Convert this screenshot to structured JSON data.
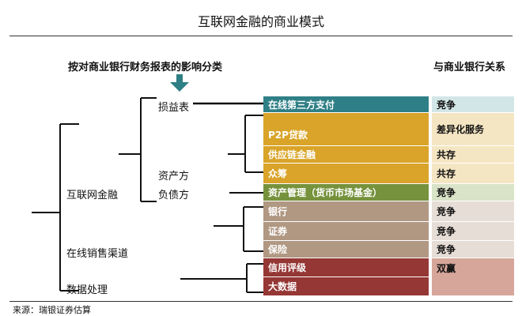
{
  "title": "互联网金融的商业模式",
  "headers": {
    "left": "按对商业银行财务报表的影响分类",
    "right": "与商业银行关系"
  },
  "root_label": "互联网金融",
  "branches": [
    {
      "label": "在线销售渠道"
    },
    {
      "label": "数据处理"
    }
  ],
  "statement_labels": {
    "income": "损益表",
    "asset": "资产方",
    "liability": "负债方"
  },
  "items": [
    {
      "label": "在线第三方支付",
      "color": "#2f7f86",
      "relation": "竞争",
      "relation_color": "#d3e6e7"
    },
    {
      "label": "P2P贷款",
      "color": "#d9a429",
      "relation": "差异化服务",
      "relation_color": "#f5e6c3"
    },
    {
      "label": "供应链金融",
      "color": "#d9a429",
      "relation": "共存",
      "relation_color": "#f5e6c3"
    },
    {
      "label": "众筹",
      "color": "#d9a429",
      "relation": "共存",
      "relation_color": "#f5e6c3"
    },
    {
      "label": "资产管理（货币市场基金）",
      "color": "#76923c",
      "relation": "竞争",
      "relation_color": "#d9e3c7"
    },
    {
      "label": "银行",
      "color": "#b09883",
      "relation": "竞争",
      "relation_color": "#e6ddd6"
    },
    {
      "label": "证券",
      "color": "#b09883",
      "relation": "竞争",
      "relation_color": "#e6ddd6"
    },
    {
      "label": "保险",
      "color": "#b09883",
      "relation": "竞争",
      "relation_color": "#e6ddd6"
    },
    {
      "label": "信用评级",
      "color": "#953735",
      "relation": "双赢",
      "relation_color": "#d7a69a"
    },
    {
      "label": "大数据",
      "color": "#953735",
      "relation": "",
      "relation_color": "#d7a69a"
    }
  ],
  "arrow_color": "#2f7f86",
  "source": "来源：瑞银证券估算"
}
